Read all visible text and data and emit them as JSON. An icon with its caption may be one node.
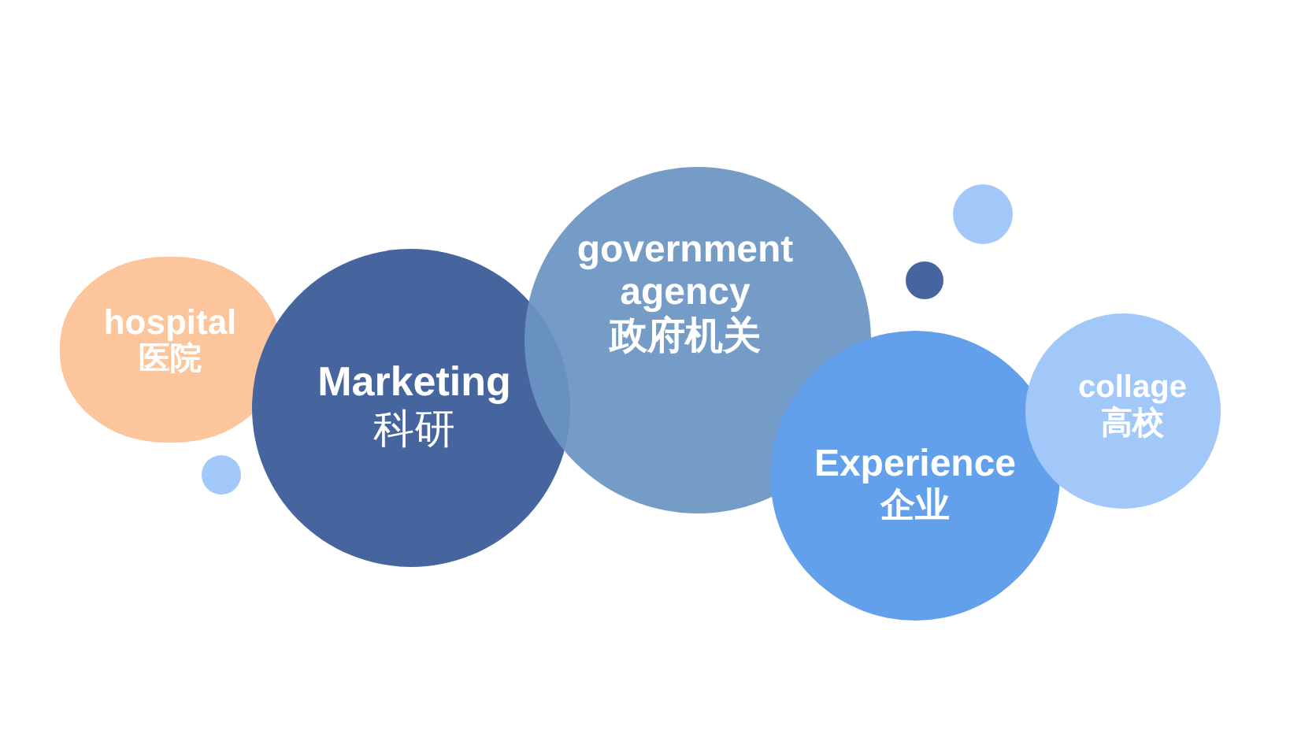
{
  "diagram": {
    "nodes": [
      {
        "text": [
          "hospital",
          "医院"
        ]
      },
      {
        "text": [
          "Marketing",
          "科研"
        ]
      },
      {
        "text": [
          "government agency",
          "政府机关"
        ]
      },
      {
        "text": [
          "Experience",
          "企业"
        ]
      },
      {
        "text": [
          "collage",
          "高校"
        ]
      },
      {
        "text": [],
        "shape": "circle"
      },
      {
        "text": [],
        "shape": "circle"
      },
      {
        "text": [],
        "shape": "circle"
      }
    ]
  }
}
